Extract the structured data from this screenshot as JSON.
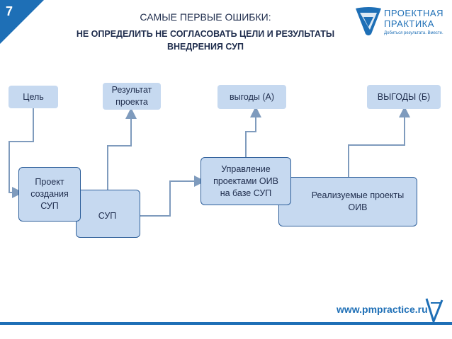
{
  "slide": {
    "number": "7"
  },
  "title": {
    "line1": "САМЫЕ ПЕРВЫЕ ОШИБКИ:",
    "line2a": "НЕ ОПРЕДЕЛИТЬ НЕ СОГЛАСОВАТЬ ЦЕЛИ И РЕЗУЛЬТАТЫ",
    "line2b": "ВНЕДРЕНИЯ СУП"
  },
  "logo": {
    "line1": "ПРОЕКТНАЯ",
    "line2": "ПРАКТИКА",
    "tagline": "Добиться результата. Вместе."
  },
  "diagram": {
    "top_nodes": {
      "goal": "Цель",
      "result_1": "Результат",
      "result_2": "проекта",
      "benefits_a": "выгоды (А)",
      "benefits_b": "ВЫГОДЫ (Б)"
    },
    "nodes": {
      "project_1": "Проект",
      "project_2": "создания",
      "project_3": "СУП",
      "sup": "СУП",
      "mgmt_1": "Управление",
      "mgmt_2": "проектами ОИВ",
      "mgmt_3": "на базе СУП",
      "impl_1": "Реализуемые проекты",
      "impl_2": "ОИВ"
    },
    "colors": {
      "box_fill": "#c6d9f0",
      "box_border": "#2e5f9a",
      "connector": "#7f9bbd",
      "accent": "#1e6fb6"
    }
  },
  "footer": {
    "url": "www.pmpractice.ru"
  }
}
